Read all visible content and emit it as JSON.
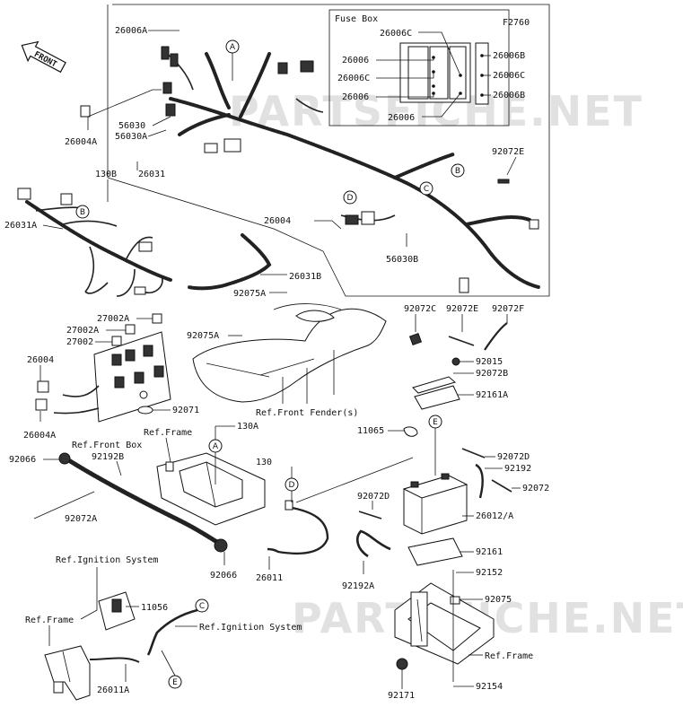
{
  "figure_code": "F2760",
  "front_label": "FRONT",
  "fuse_box_title": "Fuse Box",
  "watermark": "PARTSFICHE.NET",
  "callouts": [
    "A",
    "B",
    "C",
    "D",
    "E"
  ],
  "parts": {
    "p26006A": "26006A",
    "p26004A_top": "26004A",
    "p56030": "56030",
    "p56030A": "56030A",
    "p130B": "130B",
    "p26031": "26031",
    "p26031A": "26031A",
    "p26004_mid": "26004",
    "p56030B": "56030B",
    "p26031B": "26031B",
    "p92075A_1": "92075A",
    "p92075A_2": "92075A",
    "p92072E_top": "92072E",
    "p27002A": "27002A",
    "p27002A_b": "27002A",
    "p27002": "27002",
    "p26004_left": "26004",
    "p26004A_left": "26004A",
    "p92071": "92071",
    "p130A": "130A",
    "p92072C": "92072C",
    "p92072E": "92072E",
    "p92072F": "92072F",
    "p92015": "92015",
    "p92072B": "92072B",
    "p92161A": "92161A",
    "p11065": "11065",
    "p92066_a": "92066",
    "p92192B": "92192B",
    "p92072A": "92072A",
    "p92066_b": "92066",
    "p130": "130",
    "p92072D_a": "92072D",
    "p92192": "92192",
    "p92072": "92072",
    "p92072D_b": "92072D",
    "p26012": "26012/A",
    "p92161": "92161",
    "p92152": "92152",
    "p92192A": "92192A",
    "p26011": "26011",
    "p92075": "92075",
    "p11056": "11056",
    "p26011A": "26011A",
    "p92171": "92171",
    "p92154": "92154",
    "fb_26006C_1": "26006C",
    "fb_26006_1": "26006",
    "fb_26006C_2": "26006C",
    "fb_26006_2": "26006",
    "fb_26006_3": "26006",
    "fb_26006B_1": "26006B",
    "fb_26006C_3": "26006C",
    "fb_26006B_2": "26006B"
  },
  "references": {
    "front_fender": "Ref.Front Fender(s)",
    "front_box": "Ref.Front Box",
    "frame_1": "Ref.Frame",
    "ignition_1": "Ref.Ignition System",
    "ignition_2": "Ref.Ignition System",
    "frame_2": "Ref.Frame",
    "frame_3": "Ref.Frame"
  }
}
